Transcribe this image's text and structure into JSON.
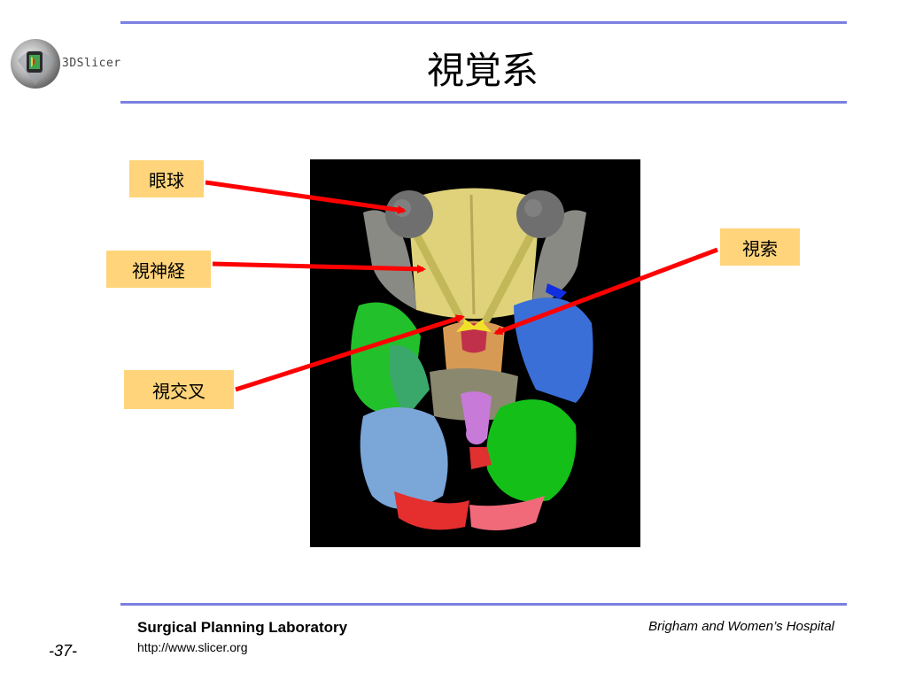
{
  "header": {
    "logo_text": "3DSlicer",
    "title": "視覚系"
  },
  "labels": {
    "eyeball": "眼球",
    "optic_nerve": "視神経",
    "optic_chiasm": "視交叉",
    "optic_tract": "視索"
  },
  "colors": {
    "rule": "#7b7fe0",
    "label_bg": "#ffd47a",
    "arrow": "#ff0000"
  },
  "footer": {
    "lab_name": "Surgical Planning Laboratory",
    "url": "http://www.slicer.org",
    "hospital": "Brigham and Women’s Hospital",
    "page_number": "-37-"
  }
}
